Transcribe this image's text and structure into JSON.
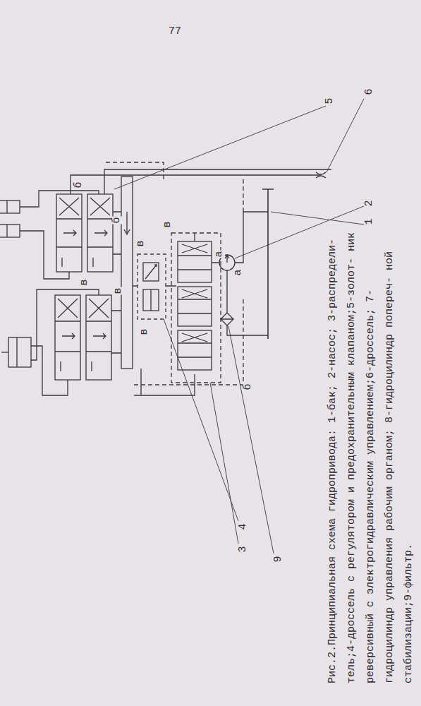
{
  "diagram": {
    "caption": "Рис.2.Принципиальная схема гидропривода: 1-бак; 2-насос; 3-распредели- тель;4-дроссель с регулятором и предохранительным клапаном;5-золот- ник реверсивный с электрогидравлическим управлением;6-дроссель; 7-гидроцилиндр управления рабочим органом; 8-гидроцилиндр попереч- ной стабилизации;9-фильтр.",
    "labels": [
      "77",
      "6",
      "5",
      "2",
      "1",
      "а",
      "а",
      "б",
      "б",
      "в",
      "в",
      "в",
      "б",
      "в",
      "в",
      "4",
      "3",
      "9"
    ]
  }
}
